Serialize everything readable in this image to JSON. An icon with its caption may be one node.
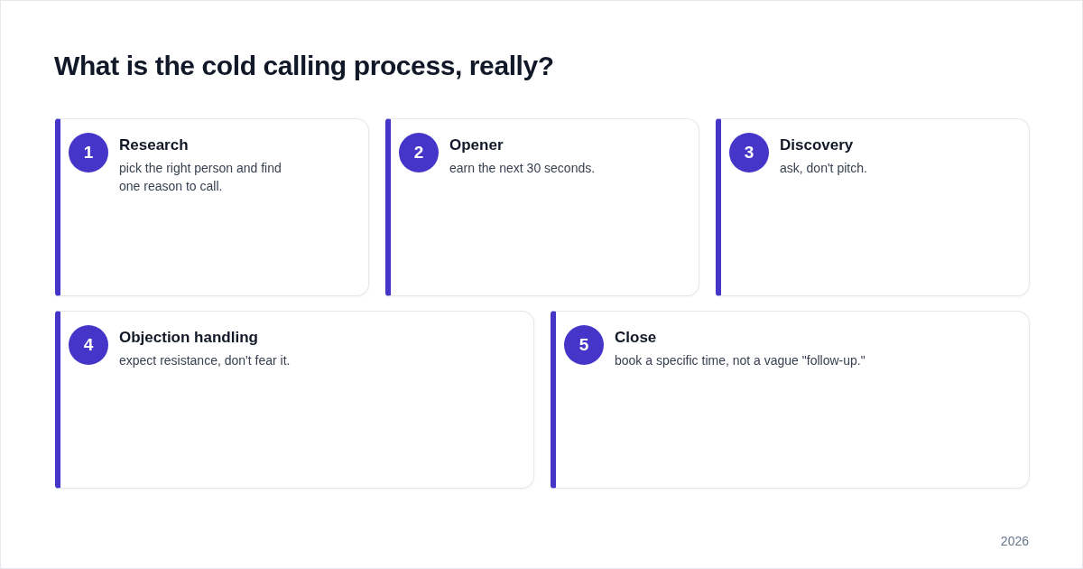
{
  "diagram": {
    "title": "What is the cold calling process, really?",
    "nodes": [
      {
        "text": [
          "Research",
          "pick the right person and find one reason to call."
        ]
      },
      {
        "text": [
          "1"
        ],
        "in": 0
      },
      {
        "text": [
          "Opener",
          "earn the next 30 seconds."
        ]
      },
      {
        "text": [
          "2"
        ],
        "in": 2
      },
      {
        "text": [
          "Discovery",
          "ask, don't pitch."
        ]
      },
      {
        "text": [
          "3"
        ],
        "in": 4
      },
      {
        "text": [
          "Objection handling",
          "expect resistance, don't fear it."
        ]
      },
      {
        "text": [
          "4"
        ],
        "in": 6
      },
      {
        "text": [
          "Close",
          "book a specific time, not a vague \"follow-up.\""
        ]
      },
      {
        "text": [
          "5"
        ],
        "in": 8
      }
    ],
    "labels": [
      "2026"
    ]
  }
}
